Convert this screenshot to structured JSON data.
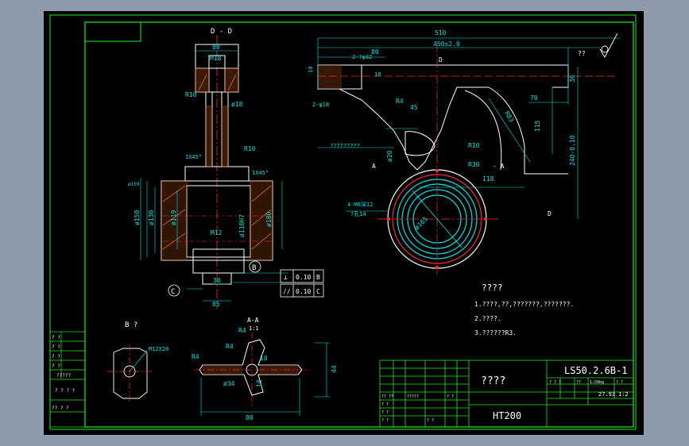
{
  "drawing": {
    "section_dd": "D - D",
    "section_aa": "A-A",
    "section_aa_scale": "1:1",
    "view_b": "B ?",
    "roughness_note": "??",
    "dims_left": {
      "w80": "80",
      "m18_top": "M18",
      "r10_top": "R10",
      "phi18": "ø18",
      "r10_mid": "R10",
      "ch1": "1X45°",
      "ch2": "1X45°",
      "phi159": "ø159",
      "phi150": "ø150",
      "phi130": "ø130",
      "phi119": "ø119",
      "phi110": "ø110H7",
      "phi180": "ø180",
      "m12": "M12",
      "d30": "30",
      "d85": "85",
      "datum_b": "B",
      "datum_c": "C"
    },
    "tolerances": [
      {
        "sym": "⊥",
        "val": "0.10",
        "ref": "B"
      },
      {
        "sym": "//",
        "val": "0.10",
        "ref": "C"
      }
    ],
    "dims_right": {
      "d510": "510",
      "d450": "450±2.0",
      "d80": "80",
      "d_label": "D",
      "holes32": "2-?φ32",
      "holes18": "2-φ18",
      "d10a": "10",
      "d10b": "10",
      "r4": "R4",
      "d45": "45",
      "note_q": "?????????",
      "d20": "ø20",
      "r10": "R10",
      "r30": "R30",
      "r83": "R83",
      "d118": "118",
      "d115": "115",
      "d70": "70",
      "d36": "36",
      "d240": "240-0.10",
      "holes_m6": "4-M6深12",
      "holes_m6_b": "?孔14",
      "phi165": "ø165",
      "sec_a_left": "A",
      "sec_a_right": "- A",
      "d_bottom": "D"
    },
    "dims_bottom": {
      "m12x20": "M12X20",
      "r4a": "R4",
      "r4b": "R4",
      "r4c": "R4",
      "d10": "10",
      "phi34": "ø34",
      "d44": "44",
      "d80": "80",
      "d10b": "10"
    },
    "notes": {
      "heading": "????",
      "lines": [
        "1.????,??,???????,???????.",
        "2.????.",
        "3.??????R3."
      ]
    }
  },
  "title_block": {
    "part_name": "????",
    "drawing_no": "LS50.2.6B-1",
    "material": "HT200",
    "weight": "27.93",
    "scale": "1:2",
    "header_cells": [
      "? ? ?",
      "??",
      "1:50kg",
      "? ?"
    ],
    "left_rows": [
      "? ?",
      "? ?",
      "? ?",
      "? ?"
    ],
    "sign_cells": [
      "?? ??",
      "?????",
      "? ?"
    ]
  },
  "side_table": {
    "rows": [
      "? ?",
      "? ?",
      "? ?",
      "? ?",
      "?????"
    ],
    "mid": "? ? ? ?",
    "bottom": "?? ? ?"
  },
  "colors": {
    "background": "#000000",
    "frame": "#22ee22",
    "text": "#ffffff",
    "dimension": "#00e5e5",
    "center_line": "#ff2a2a",
    "hatch": "#ff7a2a",
    "outline": "#ffffff"
  }
}
